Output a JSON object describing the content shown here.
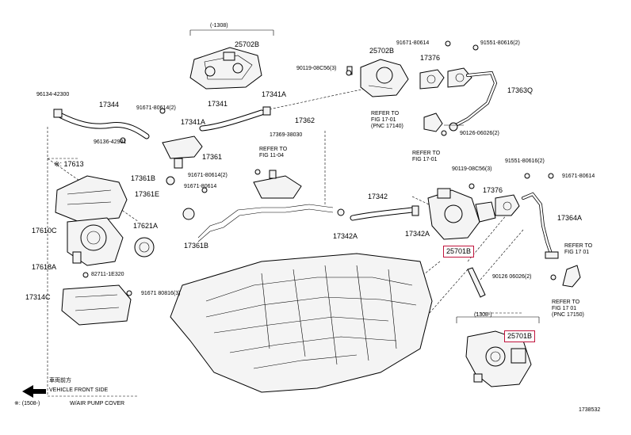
{
  "top_range": "(-1308)",
  "bottom_range": "(1308-)",
  "figure_number": "1738532",
  "legend_star": "※: 17613",
  "vehicle_front_jp": "車両前方",
  "vehicle_front": "VEHICLE FRONT SIDE",
  "footnote_range": "※: (1508-)",
  "footnote_desc": "W/AIR PUMP COVER",
  "refs": {
    "r1": "REFER TO\nFIG 17-01\n(PNC 17140)",
    "r2": "REFER TO\nFIG 11-04",
    "r3": "REFER TO\nFIG 17-01",
    "r4": "REFER TO\nFIG 17 01",
    "r5": "REFER TO\nFIG 17 01\n(PNC 17150)"
  },
  "parts": {
    "p25702b": "25702B",
    "p25702b_2": "25702B",
    "p17376_a": "17376",
    "p17376_b": "17376",
    "p17363q": "17363Q",
    "p17344": "17344",
    "p17341": "17341",
    "p17341a_a": "17341A",
    "p17341a_b": "17341A",
    "p17361": "17361",
    "p17362": "17362",
    "p17369": "17369-38030",
    "p17361b_a": "17361B",
    "p17361b_b": "17361B",
    "p17361e": "17361E",
    "p17610c": "17610C",
    "p17621a": "17621A",
    "p17618a": "17618A",
    "p17314c": "17314C",
    "p17342": "17342",
    "p17342a_a": "17342A",
    "p17342a_b": "17342A",
    "p17364a": "17364A",
    "p25701b_a": "25701B",
    "p25701b_b": "25701B"
  },
  "bolts": {
    "b1": "91671-80614",
    "b2": "91551-80616(2)",
    "b3": "90119-08C56(3)",
    "b4": "96134-42300",
    "b5": "91671-80614(2)",
    "b6": "96136-42901",
    "b7": "91671-80614(2)",
    "b8": "91671-80614",
    "b9": "90119-08C56(3)",
    "b10": "91551-80616(2)",
    "b11": "91671-80614",
    "b12": "90126-06026(2)",
    "b13": "90126 06026(2)",
    "b14": "82711-1E320",
    "b15": "91671 80816(3)"
  }
}
